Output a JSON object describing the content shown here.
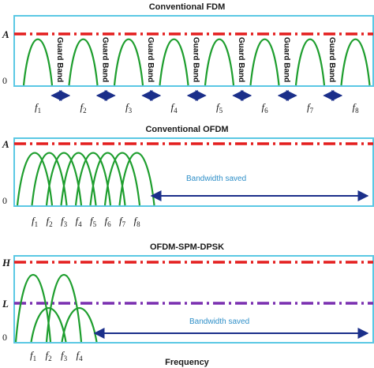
{
  "colors": {
    "panel_border": "#5bc8e4",
    "curve": "#1e9e2e",
    "level_a": "#e41e1e",
    "level_l": "#7a2fb0",
    "arrow": "#1b2f8a",
    "bandwidth_text": "#2f8fc8"
  },
  "footer": {
    "label": "Frequency"
  },
  "panels": [
    {
      "title": "Conventional FDM",
      "levels": [
        {
          "label": "A",
          "color_key": "level_a"
        }
      ],
      "zero_label": "0",
      "subcarriers": [
        {
          "base": "f",
          "sub": "1"
        },
        {
          "base": "f",
          "sub": "2"
        },
        {
          "base": "f",
          "sub": "3"
        },
        {
          "base": "f",
          "sub": "4"
        },
        {
          "base": "f",
          "sub": "5"
        },
        {
          "base": "f",
          "sub": "6"
        },
        {
          "base": "f",
          "sub": "7"
        },
        {
          "base": "f",
          "sub": "8"
        }
      ],
      "guard_band_label": "Guard Band",
      "guard_band_count": 7
    },
    {
      "title": "Conventional OFDM",
      "levels": [
        {
          "label": "A",
          "color_key": "level_a"
        }
      ],
      "zero_label": "0",
      "subcarriers": [
        {
          "base": "f",
          "sub": "1"
        },
        {
          "base": "f",
          "sub": "2"
        },
        {
          "base": "f",
          "sub": "3"
        },
        {
          "base": "f",
          "sub": "4"
        },
        {
          "base": "f",
          "sub": "5"
        },
        {
          "base": "f",
          "sub": "6"
        },
        {
          "base": "f",
          "sub": "7"
        },
        {
          "base": "f",
          "sub": "8"
        }
      ],
      "bandwidth_label": "Bandwidth saved"
    },
    {
      "title": "OFDM-SPM-DPSK",
      "levels": [
        {
          "label": "H",
          "color_key": "level_a"
        },
        {
          "label": "L",
          "color_key": "level_l"
        }
      ],
      "zero_label": "0",
      "subcarriers": [
        {
          "base": "f",
          "sub": "1"
        },
        {
          "base": "f",
          "sub": "2"
        },
        {
          "base": "f",
          "sub": "3"
        },
        {
          "base": "f",
          "sub": "4"
        }
      ],
      "subcarrier_levels": [
        "H",
        "L",
        "H",
        "L"
      ],
      "bandwidth_label": "Bandwidth saved"
    }
  ]
}
